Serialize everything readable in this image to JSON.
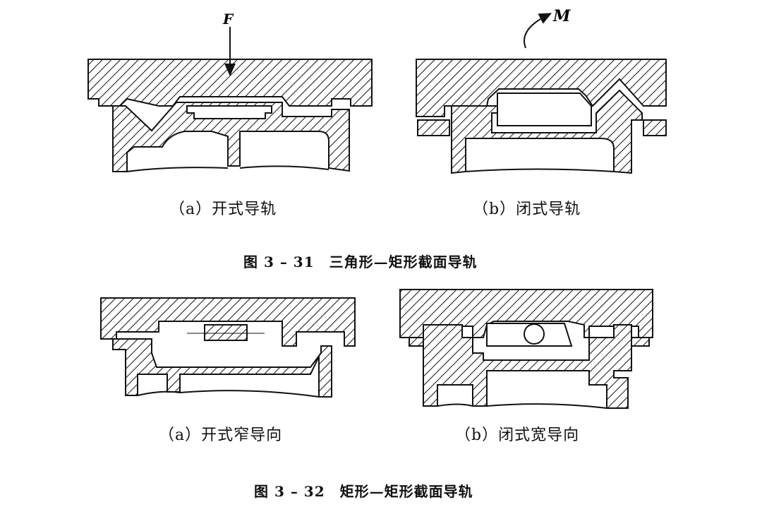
{
  "figure_31": {
    "labels": {
      "force": "F",
      "moment": "M"
    },
    "sub_a": "（a）开式导轨",
    "sub_b": "（b）闭式导轨",
    "caption": "图 3 – 31　三角形—矩形截面导轨"
  },
  "figure_32": {
    "sub_a": "（a）开式窄导向",
    "sub_b": "（b）闭式宽导向",
    "caption": "图 3 – 32　矩形—矩形截面导轨"
  },
  "colors": {
    "ink": "#111111",
    "paper": "#ffffff"
  }
}
